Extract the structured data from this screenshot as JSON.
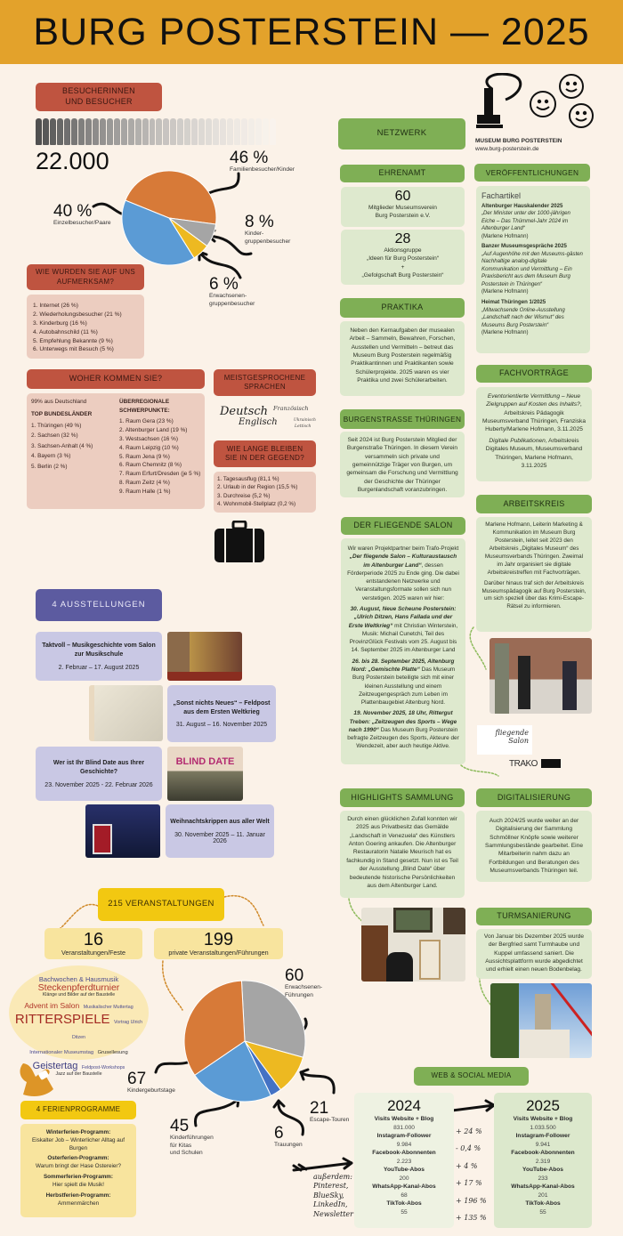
{
  "title": "BURG POSTERSTEIN — 2025",
  "colors": {
    "header": "#E3A22B",
    "red": "#BF5440",
    "green": "#7FAF55",
    "purple": "#5C5BA0",
    "yellow": "#F2C811",
    "bg": "#FBF2E8"
  },
  "visitors": {
    "header": "BESUCHERINNEN UND BESUCHER",
    "total": "22.000",
    "chart_data": {
      "type": "pie",
      "slices": [
        {
          "label": "Familienbesucher/Kinder",
          "pct_label": "46 %",
          "value": 46,
          "color": "#D77A38"
        },
        {
          "label": "Kindergruppenbesucher",
          "pct_label": "8 %",
          "value": 8,
          "color": "#A5A5A5"
        },
        {
          "label": "Erwachsenengruppenbesucher",
          "pct_label": "6 %",
          "value": 6,
          "color": "#EDB921"
        },
        {
          "label": "Einzelbesucher/Paare",
          "pct_label": "40 %",
          "value": 40,
          "color": "#5B9BD5"
        }
      ]
    },
    "labels": {
      "kinder_a": "Kinder-",
      "kinder_b": "gruppenbesucher",
      "erw_a": "Erwachsenen-",
      "erw_b": "gruppenbesucher"
    }
  },
  "attention": {
    "header": "WIE WURDEN SIE AUF UNS AUFMERKSAM?",
    "items": [
      "1. Internet (26 %)",
      "2. Wiederholungsbesucher (21 %)",
      "3. Kinderburg (16 %)",
      "4. Autobahnschild (11 %)",
      "5. Empfehlung Bekannte (9 %)",
      "6. Unterwegs mit Besuch (5 %)"
    ]
  },
  "origin": {
    "header": "WOHER KOMMEN SIE?",
    "germany": "99% aus Deutschland",
    "states_title": "TOP BUNDESLÄNDER",
    "states": [
      "1. Thüringen (49 %)",
      "2. Sachsen (32 %)",
      "3. Sachsen-Anhalt (4 %)",
      "4. Bayern (3 %)",
      "5. Berlin (2 %)"
    ],
    "regions_title": "ÜBERREGIONALE SCHWERPUNKTE:",
    "regions": [
      "1. Raum Gera (23 %)",
      "2. Altenburger Land (19 %)",
      "3. Westsachsen (16 %)",
      "4. Raum Leipzig (10 %)",
      "5. Raum Jena (9 %)",
      "6. Raum Chemnitz (8 %)",
      "7. Raum Erfurt/Dresden (je 5 %)",
      "8. Raum Zeitz (4 %)",
      "9. Raum Halle (1 %)"
    ]
  },
  "languages": {
    "header": "MEISTGESPROCHENE SPRACHEN",
    "words": [
      "Deutsch",
      "Englisch",
      "Französisch",
      "Ukrainisch",
      "Lettisch"
    ]
  },
  "stay": {
    "header": "WIE LANGE BLEIBEN SIE IN DER GEGEND?",
    "items": [
      "1. Tagesausflug (81,1 %)",
      "2. Urlaub in der Region (15,5 %)",
      "3. Durchreise (5,2 %)",
      "4. Wohnmobil-Stellplatz (0,2 %)"
    ]
  },
  "exhibitions": {
    "header": "4 AUSSTELLUNGEN",
    "items": [
      {
        "title": "Taktvoll – Musikgeschichte vom Salon zur Musikschule",
        "dates": "2. Februar – 17. August 2025"
      },
      {
        "title": "„Sonst nichts Neues“ – Feldpost aus dem Ersten Weltkrieg",
        "dates": "31. August – 16. November 2025"
      },
      {
        "title": "Wer ist Ihr Blind Date aus Ihrer Geschichte?",
        "dates": "23. November 2025 - 22. Februar 2026",
        "poster": "BLIND DATE"
      },
      {
        "title": "Weihnachtskrippen aus aller Welt",
        "dates": "30. November 2025 – 11. Januar 2026"
      }
    ]
  },
  "events": {
    "header": "215 VERANSTALTUNGEN",
    "public_n": "16",
    "public_label": "Veranstaltungen/Feste",
    "private_n": "199",
    "private_label": "private Veranstaltungen/Führungen",
    "cloud": [
      "Bachwochen & Hausmusik",
      "Steckenpferdturnier",
      "Klänge und Bilder auf der Baustelle",
      "Advent im Salon",
      "Musikalischer Muttertag",
      "RITTERSPIELE",
      "Vortrag Ulrich Ditzen",
      "Internationaler Museumstag",
      "Grusellesung",
      "Geistertag",
      "Feldpost-Workshops",
      "Jazz auf der Baustelle"
    ],
    "chart_data": {
      "type": "pie",
      "slices": [
        {
          "label": "Erwachsenen-Führungen",
          "value": 60,
          "color": "#A5A5A5"
        },
        {
          "label": "Escape-Touren",
          "value": 21,
          "color": "#EDB921"
        },
        {
          "label": "Trauungen",
          "value": 6,
          "color": "#4472C4"
        },
        {
          "label": "Kinderführungen für Kitas und Schulen",
          "value": 45,
          "color": "#5B9BD5"
        },
        {
          "label": "Kindergeburtstage",
          "value": 67,
          "color": "#D77A38"
        }
      ]
    },
    "lab": {
      "erw_a": "Erwachsenen-",
      "erw_b": "Führungen",
      "kf_a": "Kinderführungen",
      "kf_b": "für Kitas",
      "kf_c": "und Schulen"
    }
  },
  "holidays": {
    "header": "4 FERIENPROGRAMME",
    "items": [
      {
        "name": "Winterferien-Programm:",
        "title": "Eiskalter Job – Winterlicher Alltag auf Burgen"
      },
      {
        "name": "Osterferien-Programm:",
        "title": "Warum bringt der Hase Ostereier?"
      },
      {
        "name": "Sommerferien-Programm:",
        "title": "Hier spielt die Musik!"
      },
      {
        "name": "Herbstferien-Programm:",
        "title": "Ammenmärchen"
      }
    ]
  },
  "logo": {
    "name": "MUSEUM BURG POSTERSTEIN",
    "url": "www.burg-posterstein.de"
  },
  "network": {
    "header": "NETZWERK"
  },
  "volunteer": {
    "header": "EHRENAMT",
    "n1": "60",
    "l1a": "Mitglieder Museumsverein",
    "l1b": "Burg Posterstein e.V.",
    "n2": "28",
    "l2a": "Aktionsgruppe",
    "l2b": "„Ideen für Burg Posterstein“",
    "l2c": "+",
    "l2d": "„Gefolgschaft Burg Posterstein“"
  },
  "internships": {
    "header": "PRAKTIKA",
    "text": "Neben den Kernaufgaben der musealen Arbeit – Sammeln, Bewahren, Forschen, Ausstellen und Vermitteln – betreut das Museum Burg Posterstein regelmäßig Praktikantinnen und Praktikanten sowie Schülerprojekte. 2025 waren es vier Praktika und zwei Schülerarbeiten."
  },
  "castle_road": {
    "header": "BURGENSTRASSE THÜRINGEN",
    "text": "Seit 2024 ist Burg Posterstein Mitglied der Burgenstraße Thüringen. In diesem Verein versammeln sich private und gemeinnützige Träger von Burgen, um gemeinsam die Forschung und Vermittlung der Geschichte der Thüringer Burgenlandschaft voranzubringen."
  },
  "salon": {
    "header": "DER FLIEGENDE SALON",
    "paras": [
      [
        [
          "Wir waren Projektpartner beim Trafo-Projekt ",
          ""
        ],
        [
          "„Der fliegende Salon – Kulturaustausch im Altenburger Land“",
          "bi"
        ],
        [
          ", dessen Förderperiode 2025 zu Ende ging. Die dabei entstandenen Netzwerke und Veranstaltungsformate sollen sich nun verstetigen. 2025 waren wir hier:",
          ""
        ]
      ],
      [
        [
          "30. August, Neue Scheune Posterstein: „Ulrich Ditzen, Hans Fallada und der Erste Weltkrieg“",
          "bi"
        ],
        [
          " mit Christian Winterstein, Musik: Michail Cunetchi, Teil des ProvinzGlück Festivals vom 25. August bis 14. September 2025 im Altenburger Land",
          ""
        ]
      ],
      [
        [
          "26. bis 28. September 2025, Altenburg Nord: „Gemischte Platte“",
          "bi"
        ],
        [
          " Das Museum Burg Posterstein beteiligte sich mit einer kleinen Ausstellung und einem Zeitzeugengespräch zum Leben im Plattenbaugebiet Altenburg Nord.",
          ""
        ]
      ],
      [
        [
          "19. November 2025, 18 Uhr, Rittergut Treben: „Zeitzeugen des Sports – Wege nach 1990“",
          "bi"
        ],
        [
          " Das Museum Burg Posterstein befragte Zeitzeugen des Sports, Akteure der Wendezeit, aber auch heutige Aktive.",
          ""
        ]
      ]
    ],
    "logo1": "fliegende Salon",
    "logo2": "TRAKO"
  },
  "publications": {
    "header": "VERÖFFENTLICHUNGEN",
    "sub": "Fachartikel",
    "items": [
      {
        "source": "Altenburger Hauskalender 2025",
        "title": "„Der Minister unter der 1000-jährigen Eiche – Das Thümmel-Jahr 2024 im Altenburger Land“",
        "author": "(Marlene Hofmann)"
      },
      {
        "source": "Banzer Museumsgespräche 2025",
        "title": "„Auf Augenhöhe mit den Museums-gästen Nachhaltige analog-digitale Kommunikation und Vermittlung – Ein Praxisbericht aus dem Museum Burg Posterstein in Thüringen“",
        "author": "(Marlene Hofmann)"
      },
      {
        "source": "Heimat Thüringen 1/2025",
        "title": "„Mitwachsende Online-Ausstellung „Landschaft nach der Wismut“ des Museums Burg Posterstein“",
        "author": "(Marlene Hofmann)"
      }
    ]
  },
  "talks": {
    "header": "FACHVORTRÄGE",
    "paras": [
      [
        [
          "Eventorientierte Vermittlung – Neue Zielgruppen auf Kosten des Inhalts?",
          "i"
        ],
        [
          ", Arbeitskreis Pädagogik Museumsverband Thüringen, Franziska Huberty/Marlene Hofmann, 3.11.2025",
          ""
        ]
      ],
      [
        [
          "Digitale Publikationen",
          "i"
        ],
        [
          ", Arbeitskreis Digitales Museum, Museumsverband Thüringen, Marlene Hofmann, 3.11.2025",
          ""
        ]
      ]
    ]
  },
  "workgroup": {
    "header": "ARBEITSKREIS",
    "p1": "Marlene Hofmann, Leiterin Marketing & Kommunikation im Museum Burg Posterstein, leitet seit 2023 den Arbeitskreis „Digitales Museum“ des Museumsverbands Thüringen. Zweimal im Jahr organisiert sie digitale Arbeitskreistreffen mit Fachvorträgen.",
    "p2": "Darüber hinaus traf sich der Arbeitskreis Museumspädagogik auf Burg Posterstein, um sich speziell über das Krimi-Escape-Rätsel zu informieren."
  },
  "highlights": {
    "header": "HIGHLIGHTS SAMMLUNG",
    "text": "Durch einen glücklichen Zufall konnten wir 2025 aus Privatbesitz das Gemälde „Landschaft in Venezuela“ des Künstlers Anton Goering ankaufen. Die Altenburger Restauratorin Natalie Meurisch hat es fachkundig in Stand gesetzt. Nun ist es Teil der Ausstellung „Blind Date“ über bedeutende historische Persönlichkeiten aus dem Altenburger Land."
  },
  "digital": {
    "header": "DIGITALISIERUNG",
    "text": "Auch 2024/25 wurde weiter an der Digitalisierung der Sammlung Schmöllner Knöpfe sowie weiterer Sammlungsbestände gearbeitet. Eine Mitarbeiterin nahm dazu an Fortbildungen und Beratungen des Museumsverbands Thüringen teil."
  },
  "tower": {
    "header": "TURMSANIERUNG",
    "text": "Von Januar bis Dezember 2025 wurde der Bergfried samt Turmhaube und Kuppel umfassend saniert. Die Aussichtsplattform wurde abgedichtet und erhielt einen neuen Bodenbelag."
  },
  "social": {
    "header": "WEB & SOCIAL MEDIA",
    "y1": "2024",
    "y2": "2025",
    "rows": [
      {
        "label": "Visits Website + Blog",
        "v2024": "831.000",
        "change": "+ 24 %",
        "v2025": "1.033.500"
      },
      {
        "label": "Instagram-Follower",
        "v2024": "9.984",
        "change": "- 0,4 %",
        "v2025": "9.941"
      },
      {
        "label": "Facebook-Abonnenten",
        "v2024": "2.223",
        "change": "+ 4 %",
        "v2025": "2.319"
      },
      {
        "label": "YouTube-Abos",
        "v2024": "200",
        "change": "+ 17 %",
        "v2025": "233"
      },
      {
        "label": "WhatsApp-Kanal-Abos",
        "v2024": "68",
        "change": "+ 196 %",
        "v2025": "201"
      },
      {
        "label": "TikTok-Abos",
        "v2024": "55",
        "change": "+ 135 %",
        "v2025": "55"
      }
    ],
    "also": [
      "außerdem:",
      "Pinterest,",
      "BlueSky,",
      "LinkedIn,",
      "Newsletter"
    ]
  }
}
